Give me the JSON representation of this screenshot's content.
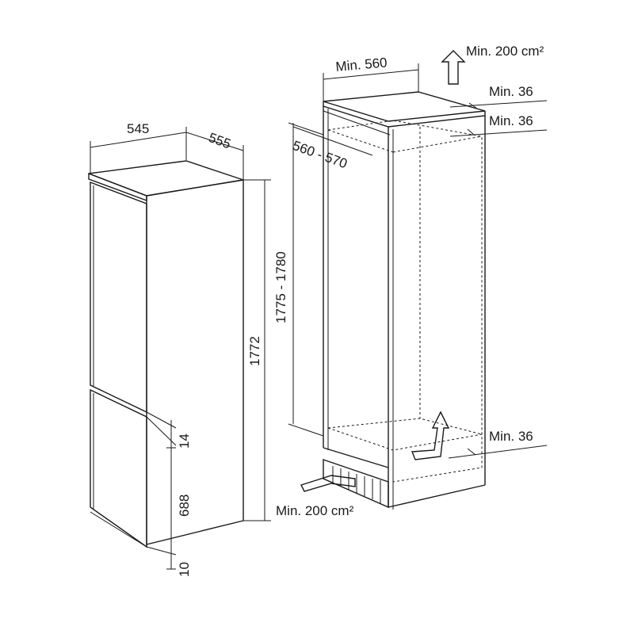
{
  "fridge": {
    "width": "545",
    "depth": "555",
    "height": "1772",
    "door_gap": "14",
    "lower_door": "688",
    "bottom_gap": "10"
  },
  "niche": {
    "width": "Min. 560",
    "depth": "560 - 570",
    "height": "1775 - 1780",
    "top_vent": "Min. 200 cm²",
    "top_gap_1": "Min. 36",
    "top_gap_2": "Min. 36",
    "bottom_gap": "Min. 36",
    "bottom_vent": "Min. 200 cm²"
  }
}
